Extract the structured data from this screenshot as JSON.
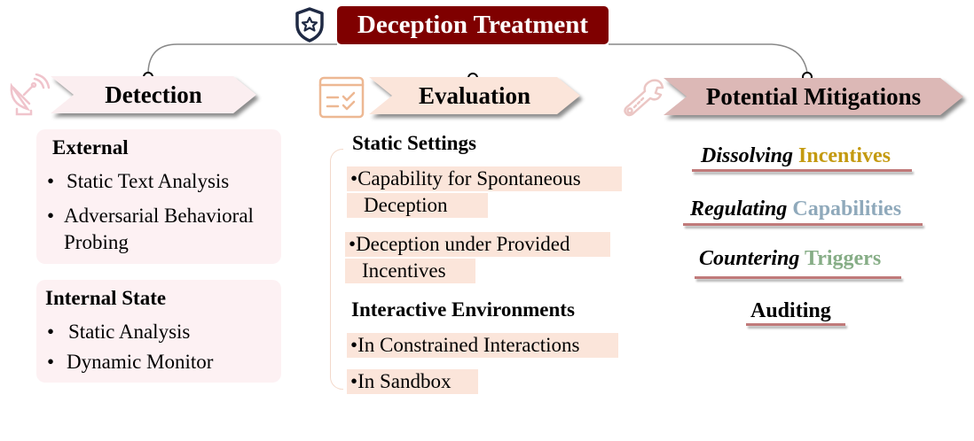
{
  "title": "Deception Treatment",
  "colors": {
    "title_bg": "#7f0000",
    "detection_banner": "#fbeef0",
    "evaluation_banner": "#fbe5da",
    "mitigation_banner": "#dcb8b6",
    "incentives": "#c49a10",
    "capabilities": "#8fa9bb",
    "triggers": "#86ad86",
    "underline": "#c07a7a"
  },
  "icons": {
    "title": "shield-star-icon",
    "detection": "satellite-dish-icon",
    "evaluation": "checklist-window-icon",
    "mitigations": "wrench-icon"
  },
  "detection": {
    "label": "Detection",
    "groups": [
      {
        "title": "External",
        "items": [
          "Static Text Analysis",
          "Adversarial Behavioral",
          "Probing"
        ]
      },
      {
        "title": "Internal State",
        "items": [
          "Static Analysis",
          "Dynamic Monitor"
        ]
      }
    ]
  },
  "evaluation": {
    "label": "Evaluation",
    "static": {
      "title": "Static Settings",
      "items": [
        {
          "line1": "Capability for Spontaneous",
          "line2": "Deception"
        },
        {
          "line1": "Deception under Provided",
          "line2": "Incentives"
        }
      ]
    },
    "interactive": {
      "title": "Interactive Environments",
      "items": [
        "In Constrained Interactions",
        "In Sandbox"
      ]
    }
  },
  "mitigations": {
    "label": "Potential Mitigations",
    "items": [
      {
        "verb": "Dissolving",
        "noun": "Incentives"
      },
      {
        "verb": "Regulating",
        "noun": "Capabilities"
      },
      {
        "verb": "Countering",
        "noun": "Triggers"
      },
      {
        "verb": "",
        "noun": "Auditing"
      }
    ]
  },
  "bullet": "•"
}
